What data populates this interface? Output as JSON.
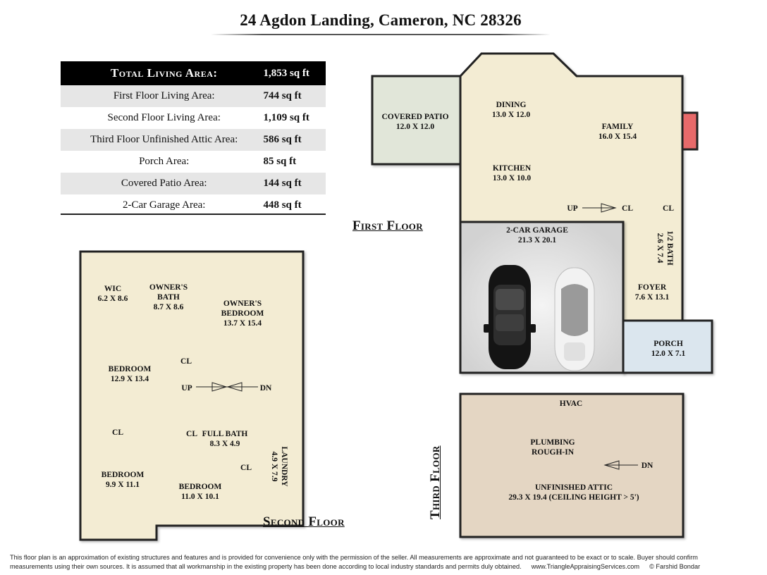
{
  "title": "24 Agdon Landing, Cameron, NC 28326",
  "areas": {
    "total": {
      "label": "Total Living Area:",
      "value": "1,853 sq ft"
    },
    "rows": [
      {
        "label": "First Floor Living Area:",
        "value": "744 sq ft"
      },
      {
        "label": "Second Floor Living Area:",
        "value": "1,109 sq ft"
      },
      {
        "label": "Third Floor Unfinished Attic Area:",
        "value": "586 sq ft"
      },
      {
        "label": "Porch Area:",
        "value": "85 sq ft"
      },
      {
        "label": "Covered Patio Area:",
        "value": "144 sq ft"
      },
      {
        "label": "2-Car Garage Area:",
        "value": "448 sq ft"
      }
    ]
  },
  "floors": {
    "first": "First Floor",
    "second": "Second Floor",
    "third": "Third Floor"
  },
  "first_floor": {
    "covered_patio": {
      "name": "COVERED PATIO",
      "dim": "12.0 X 12.0"
    },
    "dining": {
      "name": "DINING",
      "dim": "13.0 X 12.0"
    },
    "family": {
      "name": "FAMILY",
      "dim": "16.0 X 15.4"
    },
    "kitchen": {
      "name": "KITCHEN",
      "dim": "13.0 X 10.0"
    },
    "up": "UP",
    "cl_a": "CL",
    "cl_b": "CL",
    "garage": {
      "name": "2-CAR GARAGE",
      "dim": "21.3 X 20.1"
    },
    "half_bath": {
      "name": "1/2 BATH",
      "dim": "2.6 X 7.4"
    },
    "foyer": {
      "name": "FOYER",
      "dim": "7.6 X 13.1"
    },
    "porch": {
      "name": "PORCH",
      "dim": "12.0 X 7.1"
    }
  },
  "second_floor": {
    "wic": {
      "name": "WIC",
      "dim": "6.2 X 8.6"
    },
    "owners_bath": {
      "name": "OWNER'S",
      "name2": "BATH",
      "dim": "8.7 X 8.6"
    },
    "owners_bedroom": {
      "name": "OWNER'S",
      "name2": "BEDROOM",
      "dim": "13.7 X 15.4"
    },
    "bedroom1": {
      "name": "BEDROOM",
      "dim": "12.9 X 13.4"
    },
    "cl_top": "CL",
    "up": "UP",
    "dn": "DN",
    "cl_left": "CL",
    "cl_mid": "CL",
    "full_bath": {
      "name": "FULL BATH",
      "dim": "8.3 X 4.9"
    },
    "laundry": {
      "name": "LAUNDRY",
      "dim": "4.9 X 7.9"
    },
    "cl_right": "CL",
    "bedroom2": {
      "name": "BEDROOM",
      "dim": "9.9 X 11.1"
    },
    "bedroom3": {
      "name": "BEDROOM",
      "dim": "11.0 X 10.1"
    }
  },
  "third_floor": {
    "hvac": "HVAC",
    "plumbing": {
      "name": "PLUMBING",
      "name2": "ROUGH-IN"
    },
    "dn": "DN",
    "attic": {
      "name": "UNFINISHED ATTIC",
      "dim": "29.3 X 19.4 (CEILING HEIGHT > 5')"
    }
  },
  "footer": {
    "line1": "This floor plan is an approximation of existing structures and features and is provided for convenience only with the permission of the seller.  All measurements are approximate and not guaranteed to be exact or to scale.  Buyer should confirm",
    "line2": "measurements using their own sources.  It is assumed that all workmanship in the existing property has been done according to local industry standards and permits duly obtained.",
    "website": "www.TriangleAppraisingServices.com",
    "copyright": "© Farshid Bondar"
  },
  "colors": {
    "living": "#f3ecd3",
    "patio": "#e1e6d9",
    "garage": "#dadada",
    "porch": "#dbe6ee",
    "attic": "#e4d6c3",
    "fireplace": "#e86a6a"
  }
}
